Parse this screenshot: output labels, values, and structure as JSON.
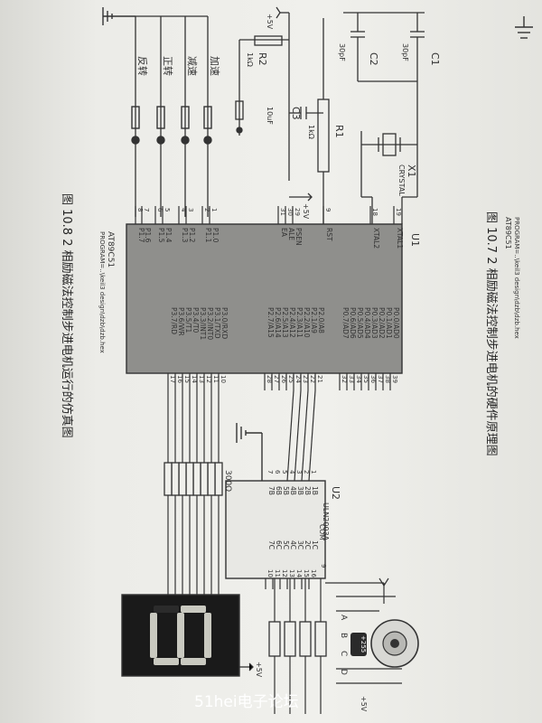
{
  "captions": {
    "fig_hw": "图 10.7  2 相励磁法控制步进电机的硬件原理图",
    "fig_sim": "图 10.8  2 相励磁法控制步进电机运行的仿真图"
  },
  "watermark": "51hei电子论坛",
  "u1": {
    "ref": "U1",
    "part": "AT89C51",
    "program": "PROGRAM=..\\keil3 design\\dzb\\dzb.hex",
    "left_pins": [
      {
        "name": "XTAL1",
        "num": "19"
      },
      {
        "name": "XTAL2",
        "num": "18"
      },
      {
        "name": "RST",
        "num": "9"
      },
      {
        "name": "PSEN",
        "num": "29"
      },
      {
        "name": "ALE",
        "num": "30"
      },
      {
        "name": "EA",
        "num": "31"
      },
      {
        "name": "P1.0",
        "num": "1"
      },
      {
        "name": "P1.1",
        "num": "2"
      },
      {
        "name": "P1.2",
        "num": "3"
      },
      {
        "name": "P1.3",
        "num": "4"
      },
      {
        "name": "P1.4",
        "num": "5"
      },
      {
        "name": "P1.5",
        "num": "6"
      },
      {
        "name": "P1.6",
        "num": "7"
      },
      {
        "name": "P1.7",
        "num": "8"
      }
    ],
    "right_pins_p0": [
      {
        "name": "P0.0/AD0",
        "num": "39"
      },
      {
        "name": "P0.1/AD1",
        "num": "38"
      },
      {
        "name": "P0.2/AD2",
        "num": "37"
      },
      {
        "name": "P0.3/AD3",
        "num": "36"
      },
      {
        "name": "P0.4/AD4",
        "num": "35"
      },
      {
        "name": "P0.5/AD5",
        "num": "34"
      },
      {
        "name": "P0.6/AD6",
        "num": "33"
      },
      {
        "name": "P0.7/AD7",
        "num": "32"
      }
    ],
    "right_pins_p2": [
      {
        "name": "P2.0/A8",
        "num": "21"
      },
      {
        "name": "P2.1/A9",
        "num": "22"
      },
      {
        "name": "P2.2/A10",
        "num": "23"
      },
      {
        "name": "P2.3/A11",
        "num": "24"
      },
      {
        "name": "P2.4/A12",
        "num": "25"
      },
      {
        "name": "P2.5/A13",
        "num": "26"
      },
      {
        "name": "P2.6/A14",
        "num": "27"
      },
      {
        "name": "P2.7/A15",
        "num": "28"
      }
    ],
    "right_pins_p3": [
      {
        "name": "P3.0/RXD",
        "num": "10"
      },
      {
        "name": "P3.1/TXD",
        "num": "11"
      },
      {
        "name": "P3.2/INT0",
        "num": "12"
      },
      {
        "name": "P3.3/INT1",
        "num": "13"
      },
      {
        "name": "P3.4/T0",
        "num": "14"
      },
      {
        "name": "P3.5/T1",
        "num": "15"
      },
      {
        "name": "P3.6/WR",
        "num": "16"
      },
      {
        "name": "P3.7/RD",
        "num": "17"
      }
    ]
  },
  "u2": {
    "ref": "U2",
    "part": "ULN2003A",
    "in_pins": [
      {
        "name": "1B",
        "num": "1"
      },
      {
        "name": "2B",
        "num": "2"
      },
      {
        "name": "3B",
        "num": "3"
      },
      {
        "name": "4B",
        "num": "4"
      },
      {
        "name": "5B",
        "num": "5"
      },
      {
        "name": "6B",
        "num": "6"
      },
      {
        "name": "7B",
        "num": "7"
      }
    ],
    "out_pins": [
      {
        "name": "1C",
        "num": "16"
      },
      {
        "name": "2C",
        "num": "15"
      },
      {
        "name": "3C",
        "num": "14"
      },
      {
        "name": "4C",
        "num": "13"
      },
      {
        "name": "5C",
        "num": "12"
      },
      {
        "name": "6C",
        "num": "11"
      },
      {
        "name": "7C",
        "num": "10"
      }
    ],
    "com": {
      "name": "COM",
      "num": "9"
    }
  },
  "components": {
    "c1": {
      "ref": "C1",
      "value": "30pF"
    },
    "c2": {
      "ref": "C2",
      "value": "30pF"
    },
    "c3": {
      "ref": "C3",
      "value": "10uF"
    },
    "r1": {
      "ref": "R1",
      "value": "1kΩ"
    },
    "r2": {
      "ref": "R2",
      "value": "1kΩ"
    },
    "x1": {
      "ref": "X1",
      "value": "CRYSTAL"
    },
    "rpack": {
      "value": "300Ω"
    },
    "vcc": "+5V",
    "motor_readout": "+255"
  },
  "buttons": [
    "加速",
    "减速",
    "正转",
    "反转"
  ],
  "seven_seg": {
    "digit": "9"
  },
  "motor_phases": [
    "A",
    "B",
    "C",
    "D"
  ]
}
